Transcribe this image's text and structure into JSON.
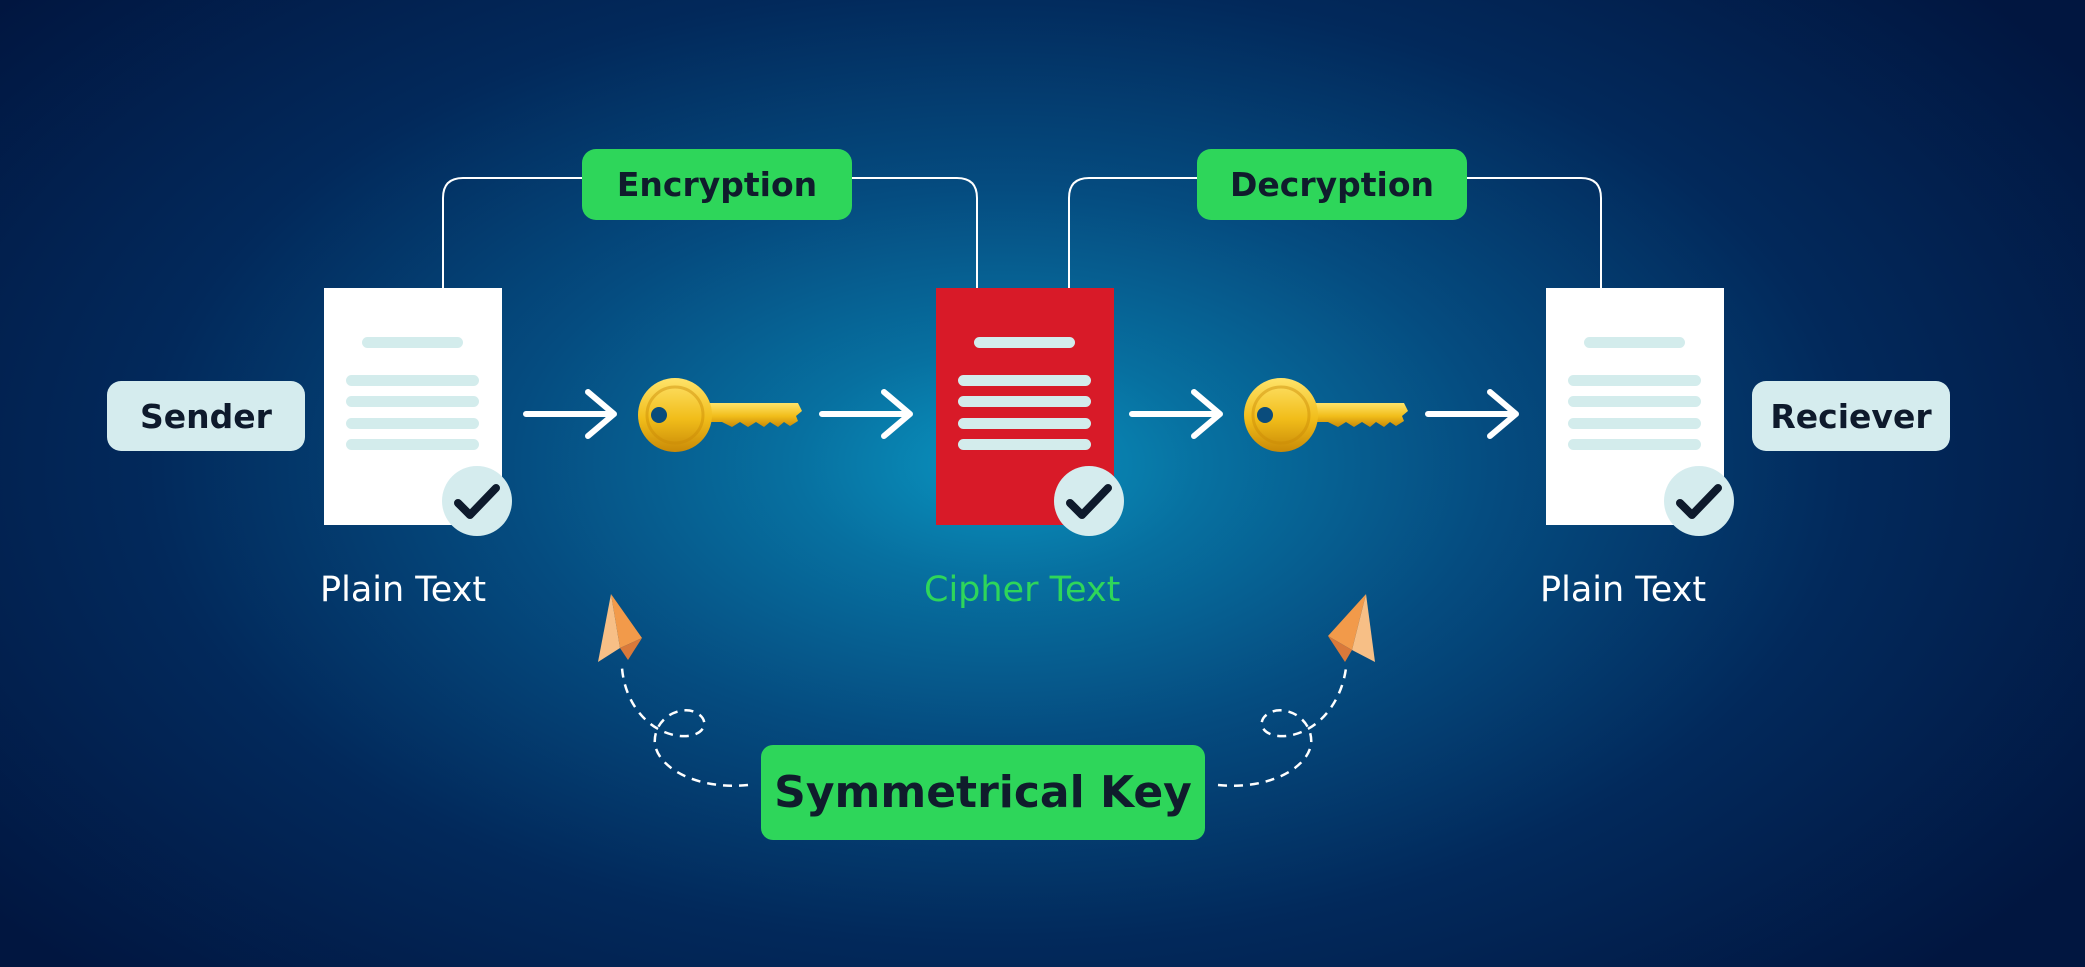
{
  "labels": {
    "encryption": "Encryption",
    "decryption": "Decryption",
    "sender": "Sender",
    "receiver": "Reciever",
    "plain_text_left": "Plain Text",
    "cipher_text": "Cipher Text",
    "plain_text_right": "Plain Text",
    "symmetrical_key": "Symmetrical Key"
  },
  "colors": {
    "accent_green": "#2ed65a",
    "cipher_red": "#d81a28",
    "tag_light": "#d5ecee",
    "key_gold": "#f2c21e",
    "plane_orange": "#f7bf86"
  },
  "icons": [
    "document-icon",
    "checkmark-icon",
    "arrow-right-icon",
    "key-icon",
    "paper-plane-icon"
  ]
}
